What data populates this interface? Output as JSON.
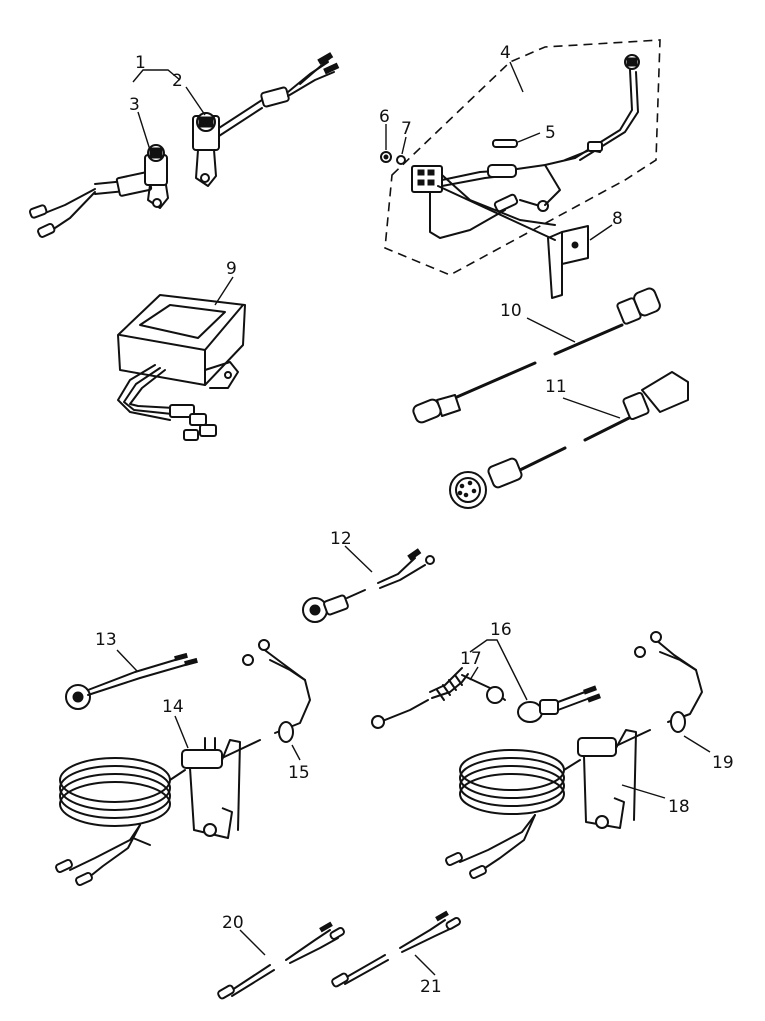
{
  "labels": [
    {
      "id": "1",
      "text": "1"
    },
    {
      "id": "2",
      "text": "2"
    },
    {
      "id": "3",
      "text": "3"
    },
    {
      "id": "4",
      "text": "4"
    },
    {
      "id": "5",
      "text": "5"
    },
    {
      "id": "6",
      "text": "6"
    },
    {
      "id": "7",
      "text": "7"
    },
    {
      "id": "8",
      "text": "8"
    },
    {
      "id": "9",
      "text": "9"
    },
    {
      "id": "10",
      "text": "10"
    },
    {
      "id": "11",
      "text": "11"
    },
    {
      "id": "12",
      "text": "12"
    },
    {
      "id": "13",
      "text": "13"
    },
    {
      "id": "14",
      "text": "14"
    },
    {
      "id": "15",
      "text": "15"
    },
    {
      "id": "16",
      "text": "16"
    },
    {
      "id": "17",
      "text": "17"
    },
    {
      "id": "18",
      "text": "18"
    },
    {
      "id": "19",
      "text": "19"
    },
    {
      "id": "20",
      "text": "20"
    },
    {
      "id": "21",
      "text": "21"
    }
  ],
  "colors": {
    "ink": "#111111",
    "paper": "#ffffff"
  }
}
